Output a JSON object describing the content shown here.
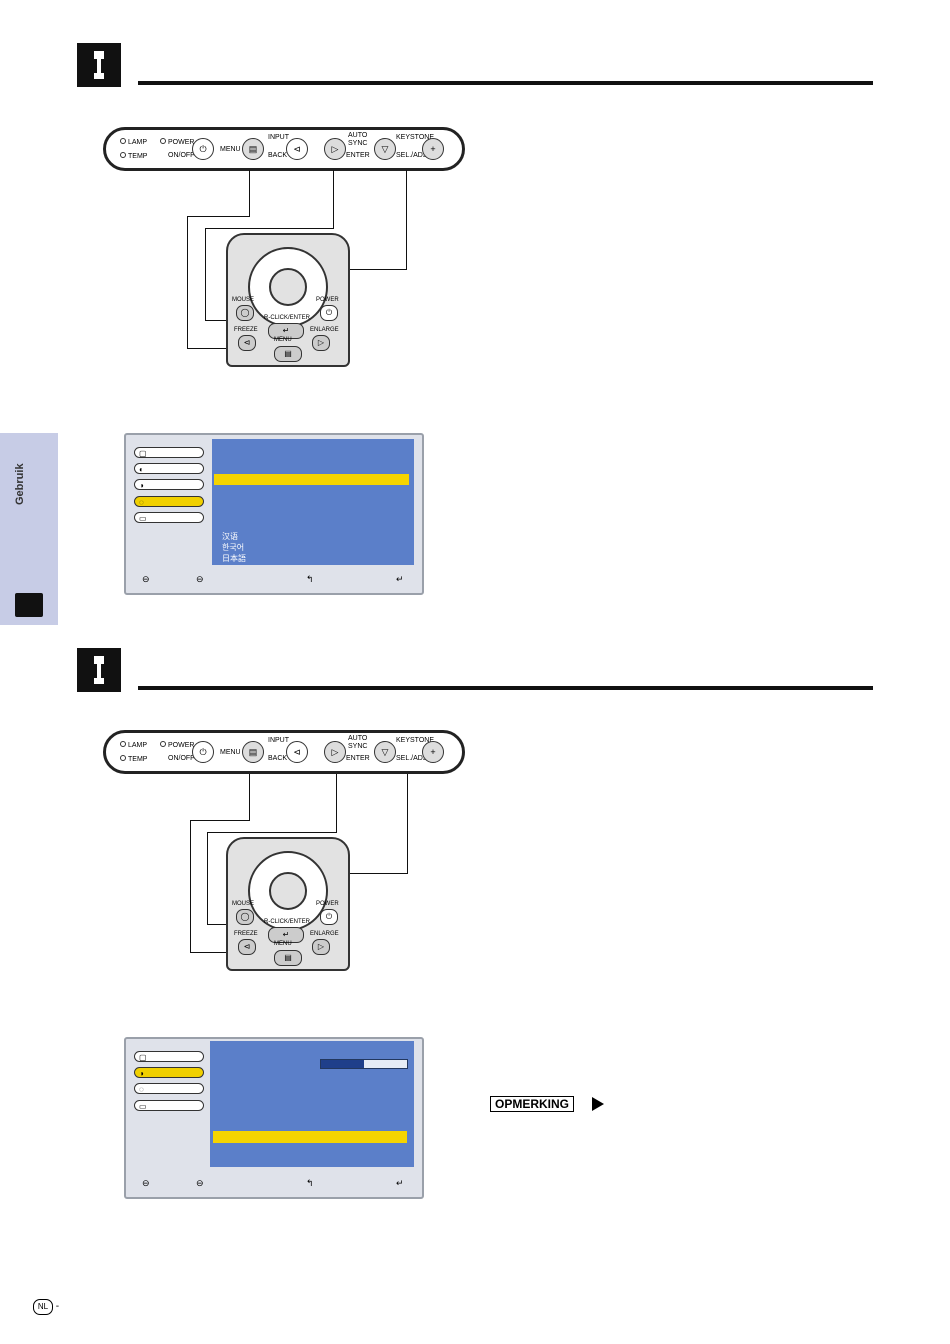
{
  "side_tab": {
    "label": "Gebruik"
  },
  "control_panel": {
    "lamp": "LAMP",
    "temp": "TEMP",
    "power": "POWER",
    "on_off": "ON/OFF",
    "menu": "MENU",
    "input": "INPUT",
    "back": "BACK",
    "auto_sync_1": "AUTO",
    "auto_sync_2": "SYNC",
    "enter": "ENTER",
    "keystone": "KEYSTONE",
    "sel_adj": "SEL./ADJ."
  },
  "remote": {
    "mouse": "MOUSE",
    "power": "POWER",
    "rclick": "R-CLICK/ENTER",
    "freeze": "FREEZE",
    "enlarge": "ENLARGE",
    "menu": "MENU"
  },
  "osd1": {
    "languages": [
      "汉语",
      "한국어",
      "日本語"
    ]
  },
  "osd2": {
    "level_fraction": 0.5
  },
  "note": {
    "label": "OPMERKING"
  },
  "page_code": "NL",
  "page_suffix": "-"
}
